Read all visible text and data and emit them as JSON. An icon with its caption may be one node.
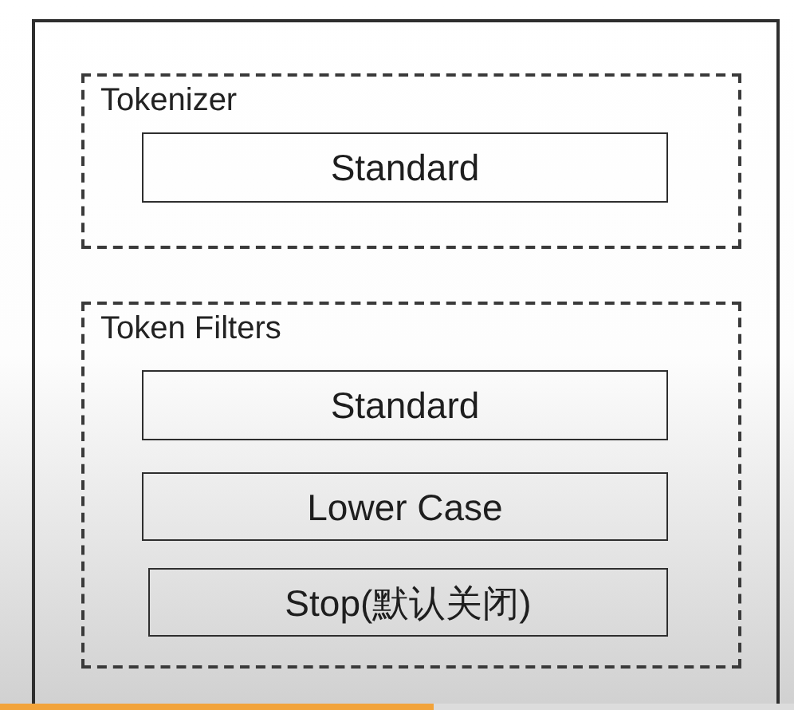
{
  "diagram": {
    "nodes": [
      {
        "text": [],
        "shape": "box"
      },
      {
        "text": [
          "Tokenizer"
        ],
        "in": 0
      },
      {
        "text": [
          "Standard"
        ],
        "in": 1
      },
      {
        "text": [
          "Token Filters"
        ],
        "in": 0
      },
      {
        "text": [
          "Standard"
        ],
        "in": 3
      },
      {
        "text": [
          "Lower Case"
        ],
        "in": 3
      },
      {
        "text": [
          "Stop(默认关闭)"
        ],
        "in": 3
      }
    ]
  }
}
